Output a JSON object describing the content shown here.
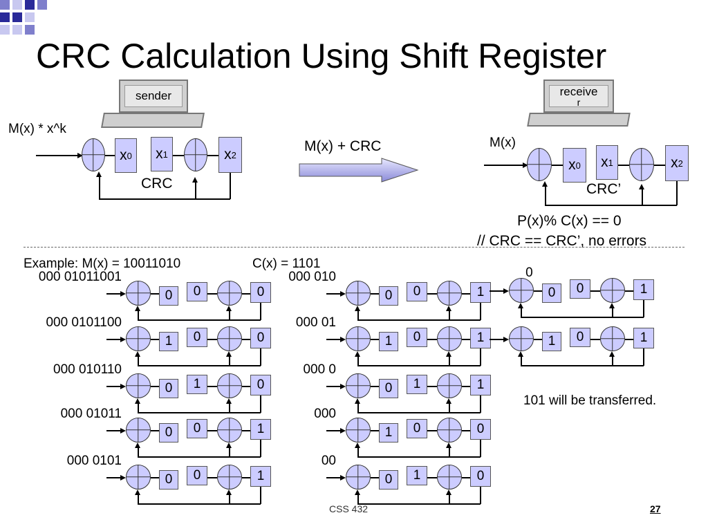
{
  "title": "CRC Calculation Using Shift Register",
  "sender": {
    "label": "sender",
    "input_label": "M(x) * x^k",
    "registers": [
      "x",
      "x",
      "x"
    ],
    "register_exponents": [
      "0",
      "1",
      "2"
    ],
    "crc_label": "CRC"
  },
  "transmission": {
    "label": "M(x) + CRC"
  },
  "receiver": {
    "label_line1": "receive",
    "label_line2": "r",
    "input_label": "M(x)",
    "registers": [
      "x",
      "x",
      "x"
    ],
    "register_exponents": [
      "0",
      "1",
      "2"
    ],
    "crc_label": "CRC’",
    "check_line1": "P(x)% C(x) == 0",
    "check_line2": "// CRC == CRC’, no errors"
  },
  "example": {
    "mx_label": "Example: M(x) = 10011010",
    "cx_label": "C(x) = 1101",
    "column1": [
      {
        "input": "000 01011001",
        "bits": [
          "0",
          "0",
          "0"
        ]
      },
      {
        "input": "000 0101100",
        "bits": [
          "1",
          "0",
          "0"
        ]
      },
      {
        "input": "000 010110",
        "bits": [
          "0",
          "1",
          "0"
        ]
      },
      {
        "input": "000 01011",
        "bits": [
          "0",
          "0",
          "1"
        ]
      },
      {
        "input": "000 0101",
        "bits": [
          "0",
          "0",
          "1"
        ]
      }
    ],
    "column2": [
      {
        "input": "000 010",
        "bits": [
          "0",
          "0",
          "1"
        ]
      },
      {
        "input": "000 01",
        "bits": [
          "1",
          "0",
          "1"
        ]
      },
      {
        "input": "000 0",
        "bits": [
          "0",
          "1",
          "1"
        ]
      },
      {
        "input": "000",
        "bits": [
          "1",
          "0",
          "0"
        ]
      },
      {
        "input": "00",
        "bits": [
          "0",
          "1",
          "0"
        ]
      }
    ],
    "column3": [
      {
        "input": "0",
        "bits": [
          "0",
          "0",
          "1"
        ]
      },
      {
        "input": "",
        "bits": [
          "1",
          "0",
          "1"
        ]
      }
    ],
    "result": "101 will be transferred."
  },
  "footer": {
    "course": "CSS 432",
    "page": "27"
  }
}
